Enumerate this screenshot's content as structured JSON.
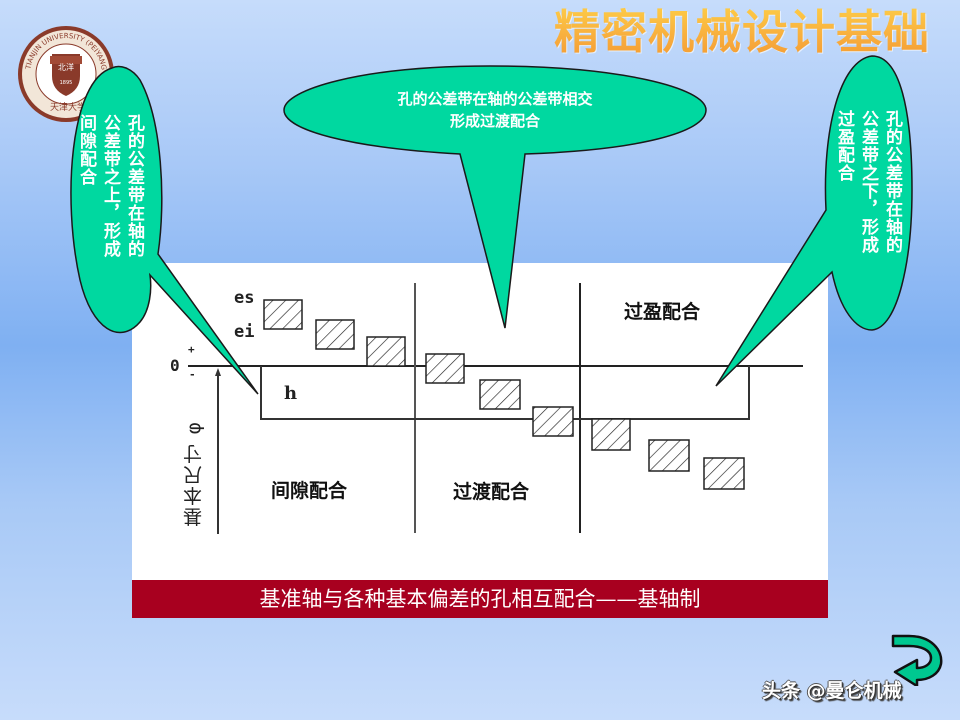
{
  "slide": {
    "title": "精密机械设计基础",
    "logo_label": "TIANJIN UNIVERSITY (PEIYANG UNIVERSITY)",
    "caption": "基准轴与各种基本偏差的孔相互配合——基轴制",
    "watermark": "头条 @曼仑机械",
    "colors": {
      "callout_fill": "#00d8a0",
      "caption_bar": "#a8001f",
      "title": "#f7a93c",
      "background_top": "#c6dcfb",
      "background_mid": "#7fb0f2"
    }
  },
  "callouts": {
    "left": {
      "line1": "孔的公差带在轴的",
      "line2": "公差带之上，形成",
      "line3": "间隙配合"
    },
    "center": {
      "line1": "孔的公差带在轴的公差带相交",
      "line2": "形成过渡配合"
    },
    "right": {
      "line1": "孔的公差带在轴的",
      "line2": "公差带之下，形成",
      "line3": "过盈配合"
    }
  },
  "diagram": {
    "zero_label": "0",
    "plus_label": "+",
    "minus_label": "-",
    "es_label": "es",
    "ei_label": "ei",
    "shaft_label": "h",
    "axis_label": "基本尺寸 φ",
    "zones": {
      "clearance": "间隙配合",
      "transition": "过渡配合",
      "interference": "过盈配合"
    }
  },
  "icons": {
    "next_arrow": "curved-return-arrow-icon",
    "logo": "university-seal-icon"
  }
}
